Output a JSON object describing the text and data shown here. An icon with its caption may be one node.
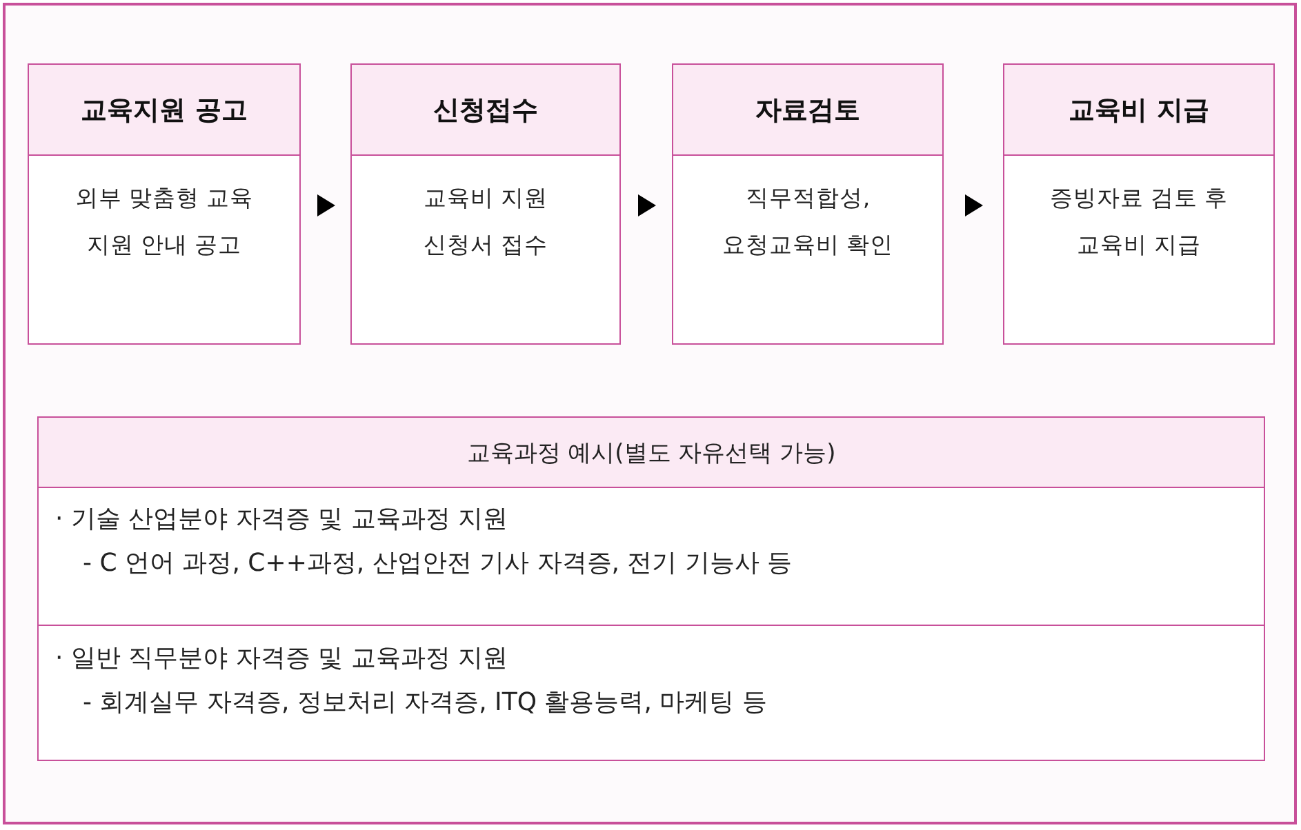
{
  "diagram": {
    "nodes": [
      {
        "text": [
          "교육지원 공고",
          "외부 맞춤형 교육 지원 안내 공고"
        ]
      },
      {
        "text": [
          "신청접수",
          "교육비 지원 신청서 접수"
        ]
      },
      {
        "text": [
          "자료검토",
          "직무적합성, 요청교육비 확인"
        ]
      },
      {
        "text": [
          "교육비 지급",
          "증빙자료 검토 후 교육비 지급"
        ]
      },
      {
        "text": [
          "교육과정 예시(별도 자유선택 가능)",
          "· 기술 산업분야 자격증 및 교육과정 지원",
          "- C 언어 과정, C++과정, 산업안전 기사 자격증, 전기 기능사 등",
          "· 일반 직무분야 자격증 및 교육과정 지원",
          "- 회계실무 자격증, 정보처리 자격증, ITQ 활용능력, 마케팅 등"
        ]
      }
    ],
    "edges": [
      {
        "from": 0,
        "to": 1,
        "arrow": "to"
      },
      {
        "from": 1,
        "to": 2,
        "arrow": "to"
      },
      {
        "from": 2,
        "to": 3,
        "arrow": "to"
      }
    ]
  }
}
